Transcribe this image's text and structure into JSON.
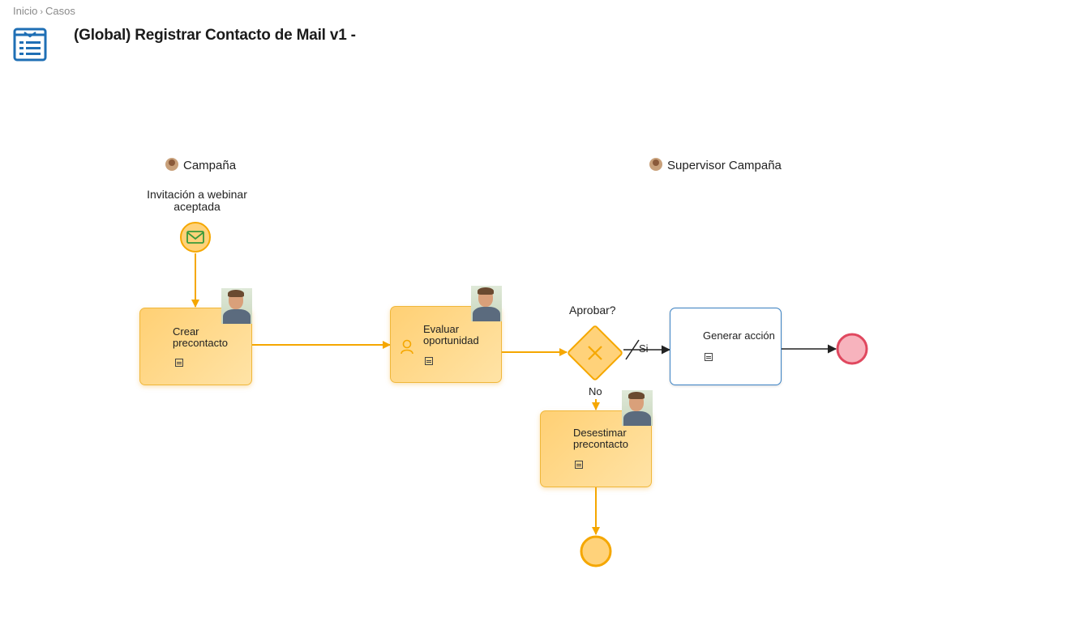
{
  "breadcrumb": {
    "home": "Inicio",
    "separator": "›",
    "current": "Casos"
  },
  "page": {
    "title": "(Global) Registrar Contacto de Mail v1 -"
  },
  "lanes": {
    "lane1": "Campaña",
    "lane2": "Supervisor Campaña"
  },
  "start_event": {
    "label_line1": "Invitación a webinar",
    "label_line2": "aceptada"
  },
  "tasks": {
    "crear": {
      "line1": "Crear",
      "line2": "precontacto"
    },
    "evaluar": {
      "line1": "Evaluar",
      "line2": "oportunidad"
    },
    "generar": {
      "line1": "Generar acción"
    },
    "desestimar": {
      "line1": "Desestimar",
      "line2": "precontacto"
    }
  },
  "gateway": {
    "label": "Aprobar?"
  },
  "flows": {
    "yes": "Si",
    "no": "No"
  },
  "colors": {
    "accent": "#f5a700",
    "task_fill": "#ffd074",
    "task_border": "#f0b73a",
    "blue_border": "#3b82c4",
    "end_red": "#f5b6bf",
    "end_red_border": "#e0485f",
    "icon_blue": "#1f6fb5"
  }
}
